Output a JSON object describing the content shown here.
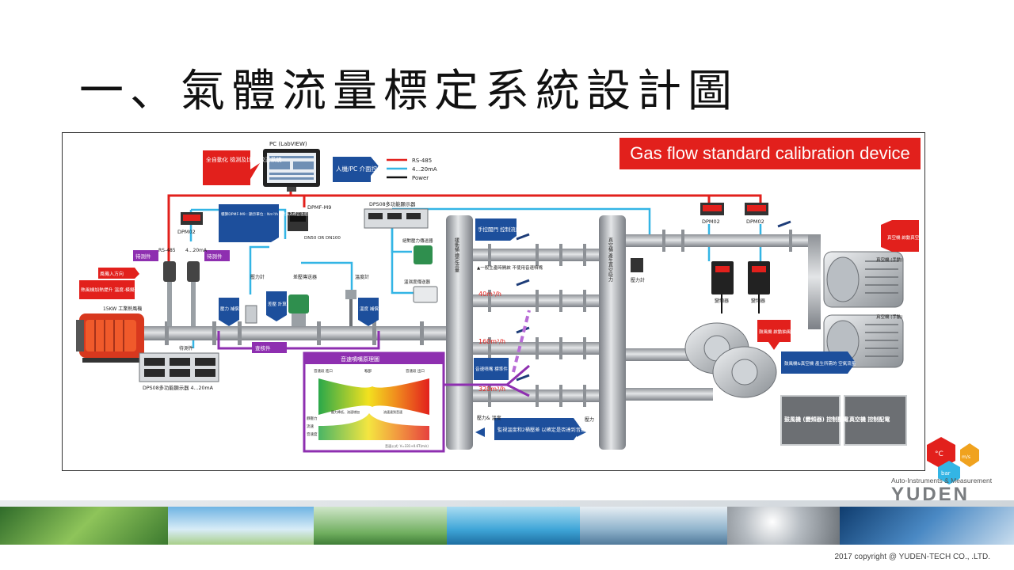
{
  "slide": {
    "title": "一、氣體流量標定系統設計圖"
  },
  "banner": {
    "text": "Gas flow standard calibration device"
  },
  "legend": {
    "rs485": "RS-485",
    "analog": "4...20mA",
    "power": "Power"
  },
  "colors": {
    "rs485": "#e2201c",
    "analog": "#33b5e5",
    "power": "#111111",
    "callout": "#1d4f9c",
    "purple": "#8e2fb0",
    "pipe": "#a7abaf"
  },
  "pc": {
    "label": "PC (LabVIEW)"
  },
  "callouts": {
    "auto": "全自動化 檢測及比對 校正系統",
    "hmi": "人機/PC 介面控制",
    "dpmf_note": "積算DPMF-M9 : 顯示單位 : Nm³/h N代表為標正溫度壓力據 標定為20°C的流量m³/h",
    "manual_valve": "手控閥門 控制流量",
    "vacuum_start": "真空機 啟動真空",
    "blower_start": "鼓風機 啟動抽風",
    "air_flow": "鼓風機&真空機 產生所需的 空氣流量",
    "monitor": "監視溫度和2桶壓差 以確定是否達到音速",
    "sonic_std": "音速噴嘴 標準件",
    "temp_comp": "溫度 補償",
    "press_comp": "壓力 補償",
    "dp_calc": "差壓 計算",
    "heater": "熱風機加熱提升 溫度-模擬煙囪"
  },
  "labels": {
    "dpm02_left": "DPM02",
    "dpmf": "DPMF-M9",
    "dn": "DN50 OR DN100",
    "rs485": "RS-485",
    "ma": "4...20mA",
    "dut1": "待測件",
    "dut2": "待測件",
    "dut3": "待測件",
    "fan_in": "風機入方向",
    "heater_kw": "15KW 工業熱風機",
    "dps08_left": "DPS08多功能顯示器 4...20mA",
    "dps08_top": "DPS08多功能顯示器",
    "p_meter": "壓力計",
    "dp_tx": "差壓傳送器",
    "t_meter": "溫度計",
    "check": "查核件",
    "fine_p": "絕對壓力傳送器",
    "temp_hum": "溫濕度傳送器",
    "buffer_tank": "緩衝桶:標定流量",
    "vac_tank": "真空桶:產生真空吸力",
    "note_valve": "▲一般生產時開啟 不使用音速噴嘴",
    "flow1": "40m³/h",
    "flow2": "160m³/h",
    "flow3": "320m³/h",
    "p_meter2": "壓力計",
    "pt": "壓力& 溫度",
    "press": "壓力",
    "dpm02_r1": "DPM02",
    "dpm02_r2": "DPM02",
    "vfd1": "變頻器",
    "vfd2": "變頻器",
    "vac_manual1": "真空機 (手動)",
    "vac_manual2": "真空機 (手動)",
    "blower_panel": "鼓風機 (變頻器) 控制配電",
    "vac_panel": "真空機 控制配電"
  },
  "nozzle_panel": {
    "title": "音速噴嘴原理圖",
    "in": "音速段 進口",
    "throat": "喉部",
    "out": "音速段 出口",
    "r1": "靜壓力",
    "r2": "流速",
    "r3": "音速度",
    "note1": "壓力降低、流速增加",
    "note2": "流速達到音速",
    "formula": "音速公式: V=331+0.6T(m/s)"
  },
  "logo": {
    "badge_c": "°C",
    "badge_ms": "m/s",
    "badge_bar": "bar",
    "sub": "Auto-Instruments & Measurement",
    "name": "YUDEN"
  },
  "footer": {
    "copyright": "2017 copyright @ YUDEN-TECH CO., .LTD."
  }
}
